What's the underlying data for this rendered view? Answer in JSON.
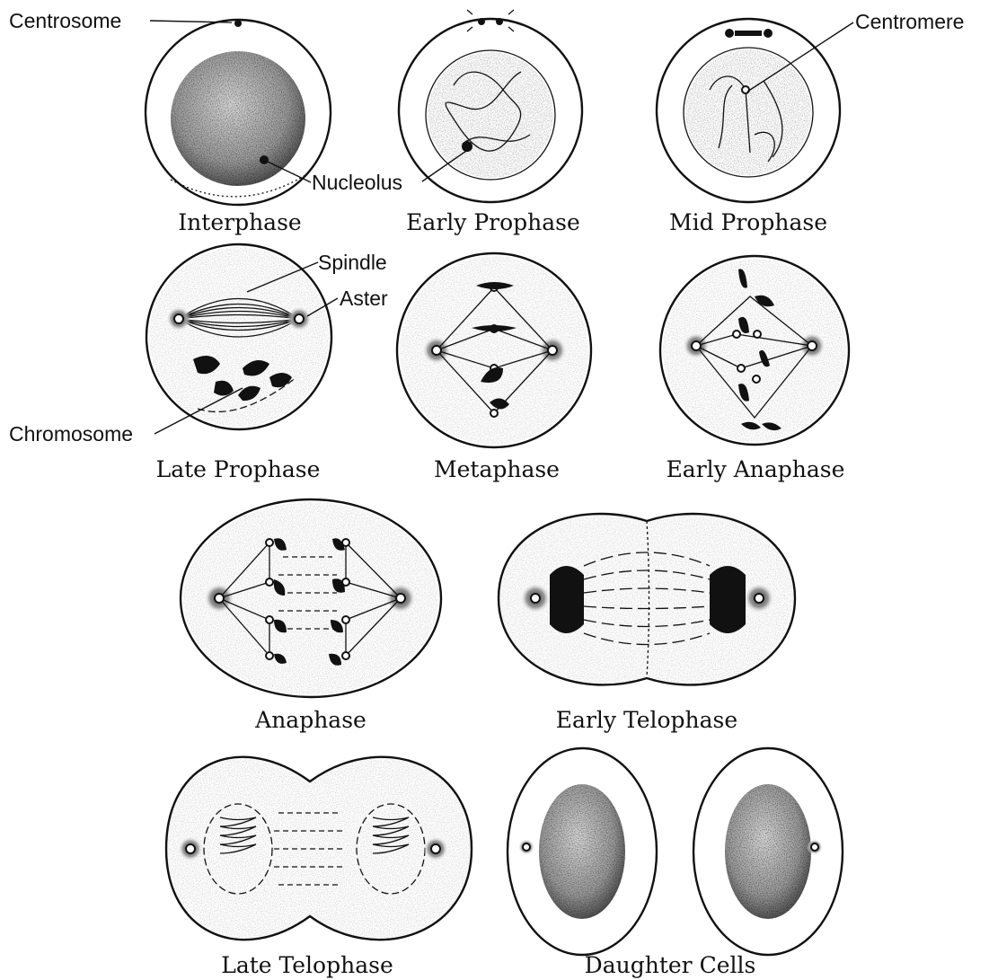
{
  "stages": [
    {
      "name": "Interphase"
    },
    {
      "name": "Early Prophase"
    },
    {
      "name": "Mid Prophase"
    },
    {
      "name": "Late Prophase"
    },
    {
      "name": "Metaphase"
    },
    {
      "name": "Early Anaphase"
    },
    {
      "name": "Anaphase"
    },
    {
      "name": "Early Telophase"
    },
    {
      "name": "Late Telophase"
    },
    {
      "name": "Daughter Cells"
    }
  ],
  "callouts": {
    "centrosome": "Centrosome",
    "nucleolus": "Nucleolus",
    "centromere": "Centromere",
    "spindle": "Spindle",
    "aster": "Aster",
    "chromosome": "Chromosome"
  }
}
